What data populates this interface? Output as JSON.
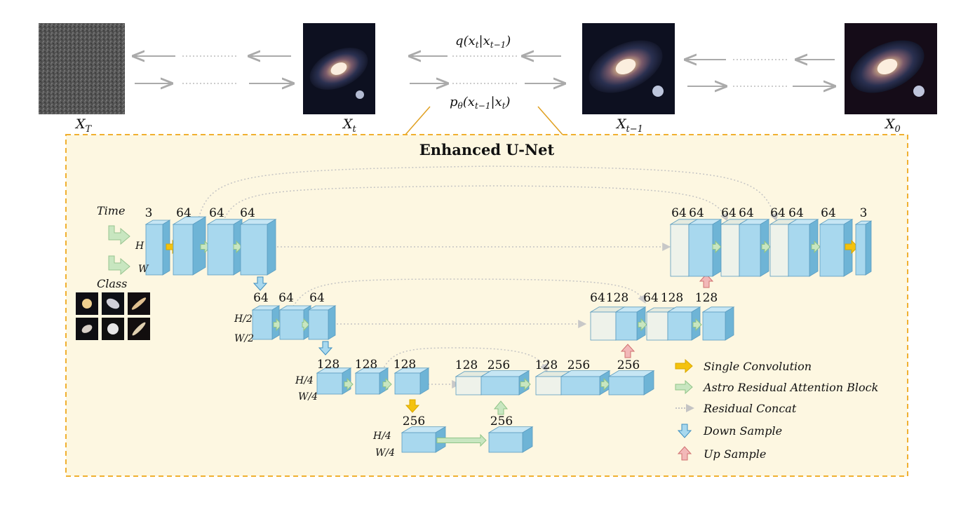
{
  "diffusion": {
    "labels": {
      "xT": "X",
      "xT_sub": "T",
      "xt": "X",
      "xt_sub": "t",
      "xt1": "X",
      "xt1_sub": "t−1",
      "x0": "X",
      "x0_sub": "0"
    },
    "forward_label": "q(x",
    "forward_label_a": "t",
    "forward_label_b": "|x",
    "forward_label_c": "t−1",
    "forward_label_d": ")",
    "reverse_label": "p",
    "reverse_label_a": "θ",
    "reverse_label_b": "(x",
    "reverse_label_c": "t−1",
    "reverse_label_d": "|x",
    "reverse_label_e": "t",
    "reverse_label_f": ")",
    "images": [
      "noise-image",
      "galaxy-image",
      "galaxy-image",
      "galaxy-image"
    ]
  },
  "unet": {
    "title": "Enhanced  U-Net",
    "inputs": {
      "time": "Time",
      "class": "Class"
    },
    "dims": {
      "H": "H",
      "W": "W",
      "H2": "H/2",
      "W2": "W/2",
      "H4": "H/4",
      "W4": "W/4",
      "H4b": "H/4",
      "W4b": "W/4"
    },
    "channels": {
      "enc1": [
        "3",
        "64",
        "64",
        "64"
      ],
      "enc2": [
        "64",
        "64",
        "64"
      ],
      "enc3": [
        "128",
        "128",
        "128"
      ],
      "bottleneck": [
        "256",
        "256"
      ],
      "dec3": [
        "128",
        "256",
        "128",
        "256",
        "256"
      ],
      "dec2": [
        "64",
        "128",
        "64",
        "128",
        "128"
      ],
      "dec1": [
        "64",
        "64",
        "64",
        "64",
        "64",
        "64",
        "64",
        "3"
      ]
    }
  },
  "legend": [
    {
      "icon": "yellow-arrow-icon",
      "label": "Single Convolution"
    },
    {
      "icon": "green-arrow-icon",
      "label": "Astro Residual Attention Block"
    },
    {
      "icon": "dotted-arrow-icon",
      "label": "Residual Concat"
    },
    {
      "icon": "blue-down-arrow-icon",
      "label": "Down Sample"
    },
    {
      "icon": "red-up-arrow-icon",
      "label": "Up Sample"
    }
  ],
  "colors": {
    "block": "#a8d8ee",
    "block_dark": "#6eb4d6",
    "block_light": "#eef2ea",
    "panel": "#fdf7e1",
    "panel_border": "#f0b030",
    "conv_arrow": "#f4c20d",
    "attn_arrow": "#c8e6c0",
    "down_arrow": "#a8d8ee",
    "up_arrow": "#f2b8b8"
  }
}
